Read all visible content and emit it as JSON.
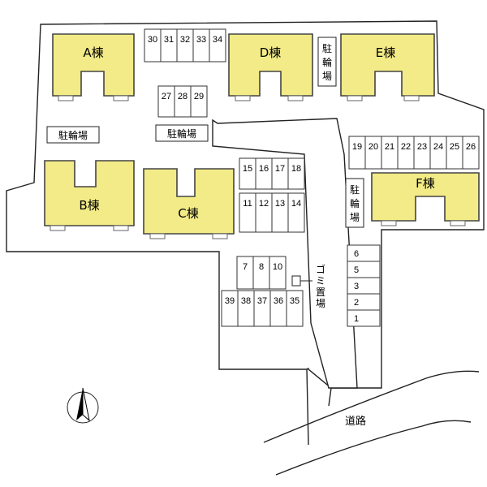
{
  "buildings": {
    "a": "A棟",
    "b": "B棟",
    "c": "C棟",
    "d": "D棟",
    "e": "E棟",
    "f": "F棟"
  },
  "bike_parking": "駐輪場",
  "garbage": "ゴミ置場",
  "road": "道路",
  "parking": {
    "top_row": [
      "30",
      "31",
      "32",
      "33",
      "34"
    ],
    "upper_small": [
      "27",
      "28",
      "29"
    ],
    "right_row": [
      "19",
      "20",
      "21",
      "22",
      "23",
      "24",
      "25",
      "26"
    ],
    "mid_upper": [
      "15",
      "16",
      "17",
      "18"
    ],
    "mid_lower": [
      "11",
      "12",
      "13",
      "14"
    ],
    "small_mid": [
      "7",
      "8",
      "10"
    ],
    "bottom_row": [
      "39",
      "38",
      "37",
      "36",
      "35"
    ],
    "right_column": [
      "6",
      "5",
      "3",
      "2",
      "1"
    ]
  },
  "compass": "north-arrow"
}
